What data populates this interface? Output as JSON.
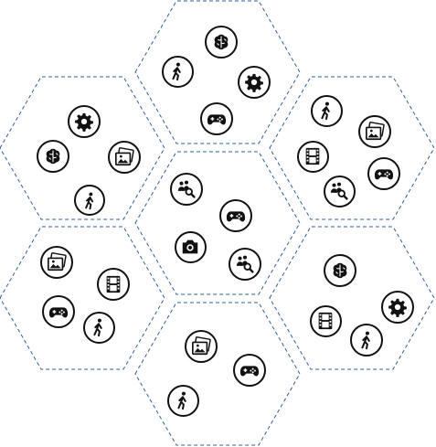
{
  "board": {
    "colors": {
      "hex_border": "#2f5f9f",
      "token_border": "#111111",
      "token_fill": "#ffffff",
      "icon": "#111111"
    },
    "tiles": [
      {
        "name": "hex-top",
        "tokens": [
          "brain-icon",
          "walking-person-icon",
          "gear-icon",
          "gamepad-icon"
        ]
      },
      {
        "name": "hex-upper-left",
        "tokens": [
          "gear-icon",
          "brain-icon",
          "photo-album-icon",
          "walking-person-icon"
        ]
      },
      {
        "name": "hex-upper-right",
        "tokens": [
          "walking-person-icon",
          "photo-album-icon",
          "film-reel-icon",
          "gamepad-icon",
          "people-search-icon"
        ]
      },
      {
        "name": "hex-center",
        "tokens": [
          "people-search-icon",
          "gamepad-icon",
          "camera-icon",
          "people-search-icon"
        ]
      },
      {
        "name": "hex-lower-left",
        "tokens": [
          "photo-album-icon",
          "film-reel-icon",
          "gamepad-icon",
          "walking-person-icon"
        ]
      },
      {
        "name": "hex-lower-right",
        "tokens": [
          "brain-icon",
          "gear-icon",
          "film-reel-icon",
          "walking-person-icon"
        ]
      },
      {
        "name": "hex-bottom",
        "tokens": [
          "photo-album-icon",
          "gamepad-icon",
          "walking-person-icon"
        ]
      }
    ]
  }
}
